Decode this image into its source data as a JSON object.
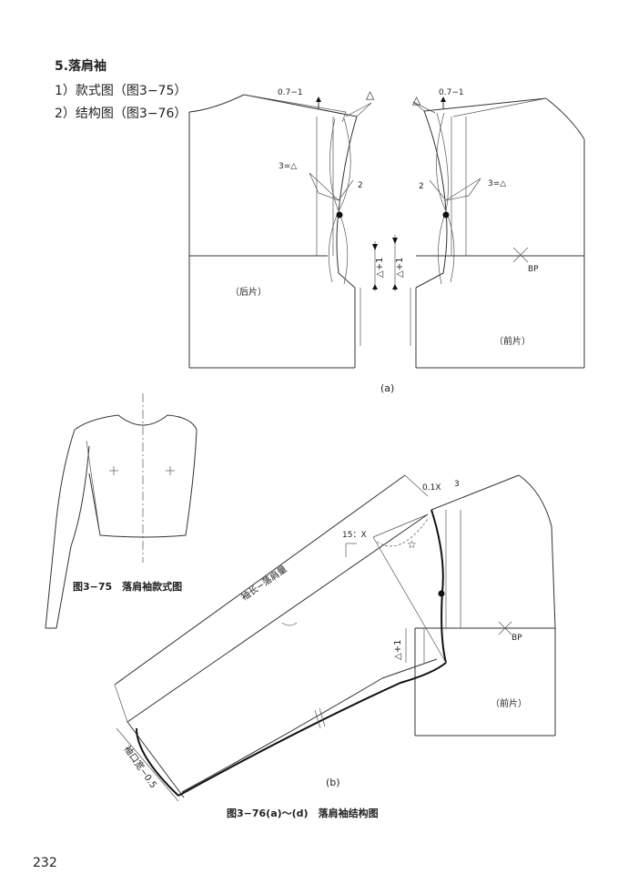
{
  "section": {
    "title": "5.落肩袖",
    "items": [
      "1）款式图（图3−75）",
      "2）结构图（图3−76）"
    ]
  },
  "figure_a": {
    "back_label": "（后片）",
    "front_label": "（前片）",
    "sub_label": "(a)",
    "marks": {
      "shoulder_up_left": "0.7−1",
      "shoulder_up_right": "0.7−1",
      "triangle": "△",
      "three_tri_left": "3=△",
      "three_tri_right": "3=△",
      "num2": "2",
      "delta_plus1": "△+1",
      "bp": "BP"
    }
  },
  "figure_b": {
    "front_label": "（前片）",
    "sub_label": "(b)",
    "marks": {
      "ratio": "0.1X",
      "num3": "3",
      "slope": "15：X",
      "star": "☆",
      "sleeve_length": "袖长−落肩量",
      "cuff_width": "袖口宽−0.5",
      "delta_plus1": "△+1",
      "bp": "BP"
    }
  },
  "caption_style": "图3−75　落肩袖款式图",
  "caption_structure": "图3−76(a)～(d)　落肩袖结构图",
  "page_number": "232"
}
